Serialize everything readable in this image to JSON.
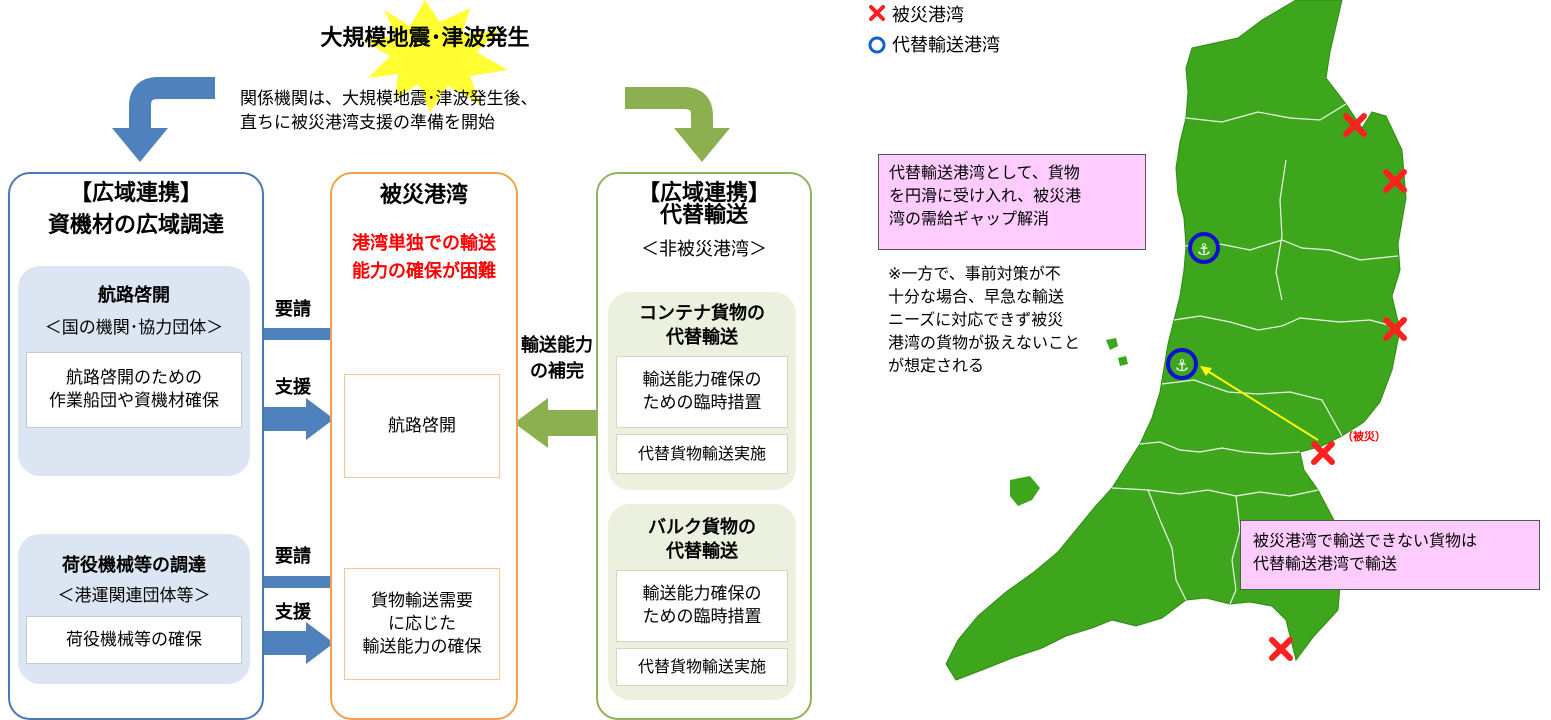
{
  "header": {
    "burst_title": "大規模地震･津波発生",
    "intro_line1": "関係機関は、大規模地震･津波発生後、",
    "intro_line2": "直ちに被災港湾支援の準備を開始"
  },
  "left_panel": {
    "title_line1": "【広域連携】",
    "title_line2": "資機材の広域調達",
    "section1": {
      "heading": "航路啓開",
      "org": "＜国の機関･協力団体＞",
      "detail_line1": "航路啓開のための",
      "detail_line2": "作業船団や資機材確保"
    },
    "section2": {
      "heading": "荷役機械等の調達",
      "org": "＜港運関連団体等＞",
      "detail": "荷役機械等の確保"
    }
  },
  "center_panel": {
    "title": "被災港湾",
    "alert_line1": "港湾単独での輸送",
    "alert_line2": "能力の確保が困難",
    "box1": "航路啓開",
    "box2_line1": "貨物輸送需要",
    "box2_line2": "に応じた",
    "box2_line3": "輸送能力の確保"
  },
  "right_panel": {
    "title_line1": "【広域連携】",
    "title_line2": "代替輸送",
    "subtitle": "＜非被災港湾＞",
    "container": {
      "heading_line1": "コンテナ貨物の",
      "heading_line2": "代替輸送",
      "detail_line1": "輸送能力確保の",
      "detail_line2": "ための臨時措置",
      "action": "代替貨物輸送実施"
    },
    "bulk": {
      "heading_line1": "バルク貨物の",
      "heading_line2": "代替輸送",
      "detail_line1": "輸送能力確保の",
      "detail_line2": "ための臨時措置",
      "action": "代替貨物輸送実施"
    }
  },
  "arrows": {
    "request1": "要請",
    "support1": "支援",
    "request2": "要請",
    "support2": "支援",
    "supplement_line1": "輸送能力",
    "supplement_line2": "の補完"
  },
  "map": {
    "legend_damaged": "被災港湾",
    "legend_alternative": "代替輸送港湾",
    "damaged_tag": "（被災）",
    "note1_line1": "代替輸送港湾として、貨物",
    "note1_line2": "を円滑に受け入れ、被災港",
    "note1_line3": "湾の需給ギャップ解消",
    "note2_line1": "※一方で、事前対策が不",
    "note2_line2": "十分な場合、早急な輸送",
    "note2_line3": "ニーズに対応できず被災",
    "note2_line4": "港湾の貨物が扱えないこと",
    "note2_line5": "が想定される",
    "note3_line1": "被災港湾で輸送できない貨物は",
    "note3_line2": "代替輸送港湾で輸送",
    "damaged_markers": 5,
    "alternative_markers": 2
  },
  "colors": {
    "left_border": "#4a78b5",
    "center_border": "#f0a050",
    "right_border": "#93b35a",
    "blue_arrow": "#4f81bd",
    "green_arrow": "#8cb050",
    "orange_arrow": "#ffc000",
    "burst": "#ffff33",
    "alert_text": "#ff0000",
    "map_land": "#3ea61d",
    "damaged_mark": "#ff0000",
    "alternative_mark": "#0000cc",
    "note_fill": "#ffccff"
  }
}
